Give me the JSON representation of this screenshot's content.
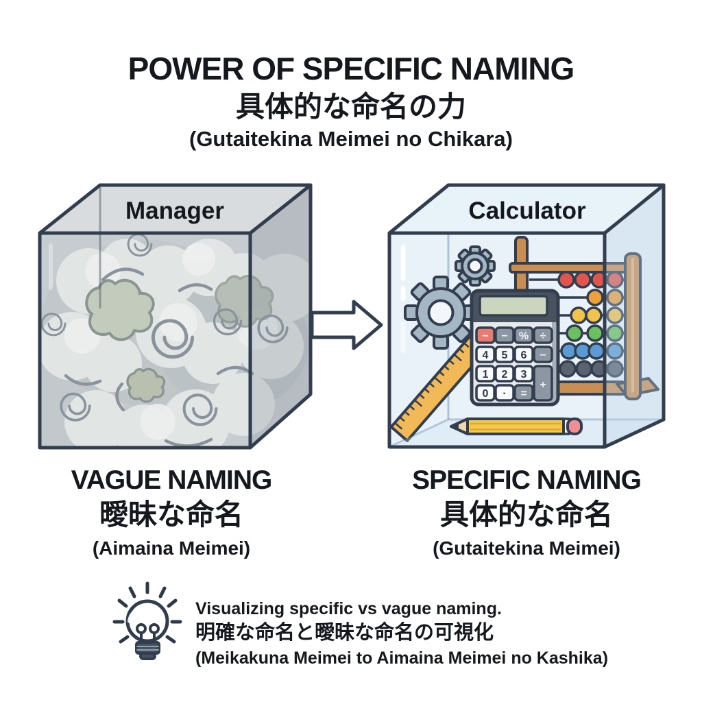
{
  "header": {
    "title": "POWER OF SPECIFIC NAMING",
    "title_jp": "具体的な命名の力",
    "title_romaji": "(Gutaitekina Meimei no Chikara)"
  },
  "left_box": {
    "label": "Manager",
    "caption": "VAGUE NAMING",
    "caption_jp": "曖昧な命名",
    "caption_romaji": "(Aimaina Meimei)"
  },
  "right_box": {
    "label": "Calculator",
    "caption": "SPECIFIC NAMING",
    "caption_jp": "具体的な命名",
    "caption_romaji": "(Gutaitekina Meimei)",
    "calculator": {
      "display": "",
      "buttons": [
        {
          "label": "−",
          "bg": "#e87c70"
        },
        {
          "label": "−",
          "bg": "#8d97a4"
        },
        {
          "label": "%",
          "bg": "#8d97a4"
        },
        {
          "label": "÷",
          "bg": "#8d97a4"
        },
        {
          "label": "4",
          "bg": "#f7f9fb"
        },
        {
          "label": "5",
          "bg": "#f7f9fb"
        },
        {
          "label": "6",
          "bg": "#f7f9fb"
        },
        {
          "label": "−",
          "bg": "#8d97a4"
        },
        {
          "label": "1",
          "bg": "#f7f9fb"
        },
        {
          "label": "2",
          "bg": "#f7f9fb"
        },
        {
          "label": "3",
          "bg": "#f7f9fb"
        },
        {
          "label": "+",
          "bg": "#8d97a4"
        },
        {
          "label": "0",
          "bg": "#f7f9fb"
        },
        {
          "label": "·",
          "bg": "#f7f9fb"
        },
        {
          "label": "=",
          "bg": "#8d97a4"
        }
      ]
    },
    "abacus": {
      "rows": [
        {
          "color": "#e0564f",
          "beads": 4
        },
        {
          "color": "#eda03c",
          "beads": 2
        },
        {
          "color": "#f2c24a",
          "beads": 3
        },
        {
          "color": "#6cc05f",
          "beads": 3
        },
        {
          "color": "#5b9ad2",
          "beads": 4
        },
        {
          "color": "#5a6471",
          "beads": 4
        }
      ]
    }
  },
  "arrow": {
    "direction": "right"
  },
  "footer": {
    "caption": "Visualizing specific vs vague naming.",
    "caption_jp": "明確な命名と曖昧な命名の可視化",
    "caption_romaji": "(Meikakuna Meimei to Aimaina Meimei no Kashika)"
  },
  "icons": {
    "arrow": "right-arrow",
    "bulb": "lightbulb",
    "gear": "gear",
    "calculator": "calculator",
    "abacus": "abacus",
    "ruler": "ruler",
    "pencil": "pencil",
    "fog": "fog-cloud"
  },
  "colors": {
    "outline": "#323e4e",
    "text": "#15181d",
    "arrow": "#c3cad1",
    "left_front": "#c7ccd0",
    "left_top": "#d9dcde",
    "fog": "#e1e5e4",
    "fog_blob": "#c3cbbd",
    "right_front": "#e9f2f9",
    "right_top": "#e8f2f9",
    "gear": "#a5b7c5",
    "gear_hole": "#f3f7fa",
    "wood": "#c98e54",
    "ruler": "#f2b958",
    "pencil": "#f6c84b",
    "pencil_eraser": "#ef8f93",
    "calc_shell": "#a9b2bc",
    "calc_body": "#e6e9ec",
    "calc_band": "#49535f",
    "calc_display": "#cbd5c0",
    "bulb": "#f4d178",
    "bulb_base": "#47535f"
  }
}
